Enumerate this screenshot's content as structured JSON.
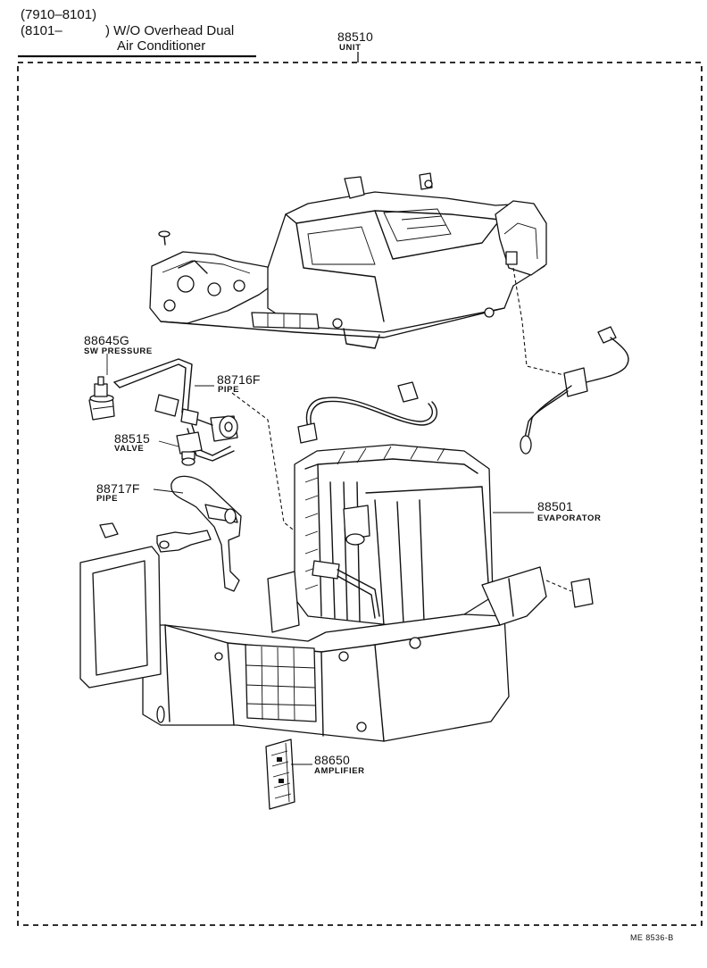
{
  "header": {
    "line1": "(7910–8101)",
    "line2_prefix": "(8101–",
    "line2_suffix": ") W/O Overhead Dual",
    "line3": "Air Conditioner"
  },
  "parts": {
    "unit": {
      "number": "88510",
      "name": "UNIT"
    },
    "sw_pressure": {
      "number": "88645G",
      "name": "SW  PRESSURE"
    },
    "pipe_1": {
      "number": "88716F",
      "name": "PIPE"
    },
    "valve": {
      "number": "88515",
      "name": "VALVE"
    },
    "pipe_2": {
      "number": "88717F",
      "name": "PIPE"
    },
    "evaporator": {
      "number": "88501",
      "name": "EVAPORATOR"
    },
    "amplifier": {
      "number": "88650",
      "name": "AMPLIFIER"
    }
  },
  "footer": {
    "code": "ME  8536-B"
  }
}
